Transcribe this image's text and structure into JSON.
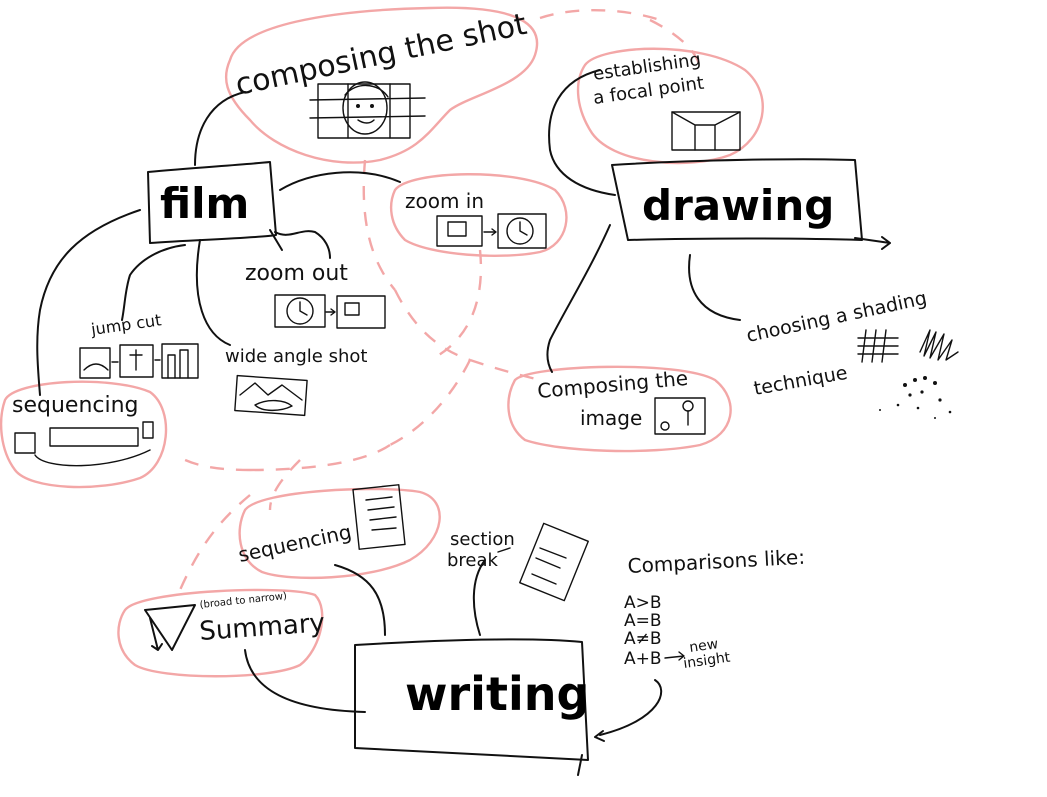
{
  "colors": {
    "ink": "#111111",
    "highlight": "#f3a7a7",
    "paper": "#ffffff"
  },
  "nodes": {
    "film": "film",
    "drawing": "drawing",
    "writing": "writing"
  },
  "film_branch": {
    "composing_the_shot": "composing the shot",
    "zoom_in": "zoom in",
    "zoom_out": "zoom out",
    "jump_cut": "jump cut",
    "wide_angle_shot": "wide angle shot",
    "sequencing": "sequencing"
  },
  "drawing_branch": {
    "establishing_focal_point_line1": "establishing",
    "establishing_focal_point_line2": "a focal point",
    "choosing_shading_line1": "choosing a shading",
    "choosing_shading_line2": "technique",
    "composing_image_line1": "Composing the",
    "composing_image_line2": "image"
  },
  "writing_branch": {
    "sequencing": "sequencing",
    "section_break_line1": "section",
    "section_break_line2": "break",
    "summary": "Summary",
    "summary_note": "(broad to narrow)",
    "comparisons_title": "Comparisons like:",
    "comparisons": [
      "A>B",
      "A=B",
      "A≠B",
      "A+B"
    ],
    "new_insight_line1": "new",
    "new_insight_line2": "insight"
  }
}
